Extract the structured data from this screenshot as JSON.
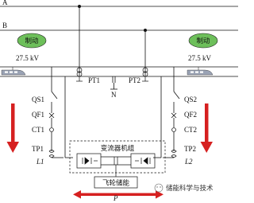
{
  "bus": {
    "a": "A",
    "b": "B"
  },
  "brake": {
    "left": "制动",
    "right": "制动"
  },
  "voltage": {
    "left": "27.5 kV",
    "right": "27.5 kV"
  },
  "pt": {
    "left": "PT1",
    "right": "PT2"
  },
  "neutral": "N",
  "left_branch": {
    "qs": "QS1",
    "qf": "QF1",
    "ct": "CT1",
    "tp": "TP1",
    "l": "L1"
  },
  "right_branch": {
    "qs": "QS2",
    "qf": "QF2",
    "ct": "CT2",
    "tp": "TP2",
    "l": "L2"
  },
  "converter": "变流器机组",
  "flywheel": "飞轮储能",
  "power": "P",
  "watermark": "储能科学与技术",
  "colors": {
    "arrow": "#d62020",
    "brake_fill": "#6dbf5a",
    "train": "#9aa3b5"
  }
}
